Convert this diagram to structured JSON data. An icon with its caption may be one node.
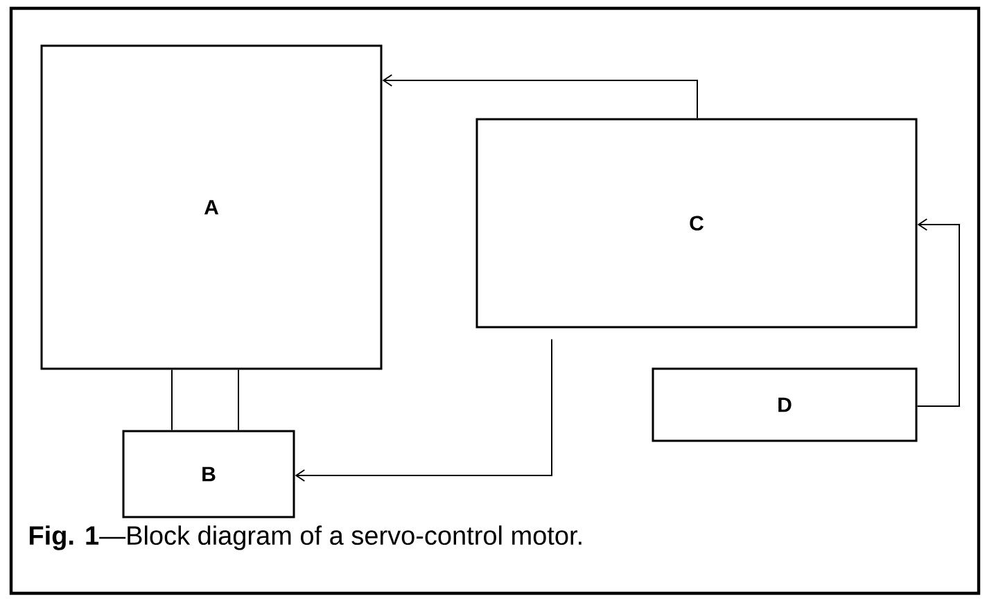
{
  "diagram": {
    "caption": "**Fig. 1**—Block diagram of a servo-control motor.",
    "nodes": [
      {
        "text": [
          "A"
        ]
      },
      {
        "text": [
          "B"
        ]
      },
      {
        "text": [
          "C"
        ]
      },
      {
        "text": [
          "D"
        ]
      }
    ],
    "edges": [
      {
        "from": 0,
        "to": 1,
        "arrow": "none"
      },
      {
        "from": 0,
        "to": 1,
        "arrow": "none"
      },
      {
        "from": 2,
        "to": 0,
        "arrow": "to"
      },
      {
        "from": 2,
        "to": 1,
        "arrow": "to"
      },
      {
        "from": 3,
        "to": 2,
        "arrow": "to"
      }
    ]
  }
}
